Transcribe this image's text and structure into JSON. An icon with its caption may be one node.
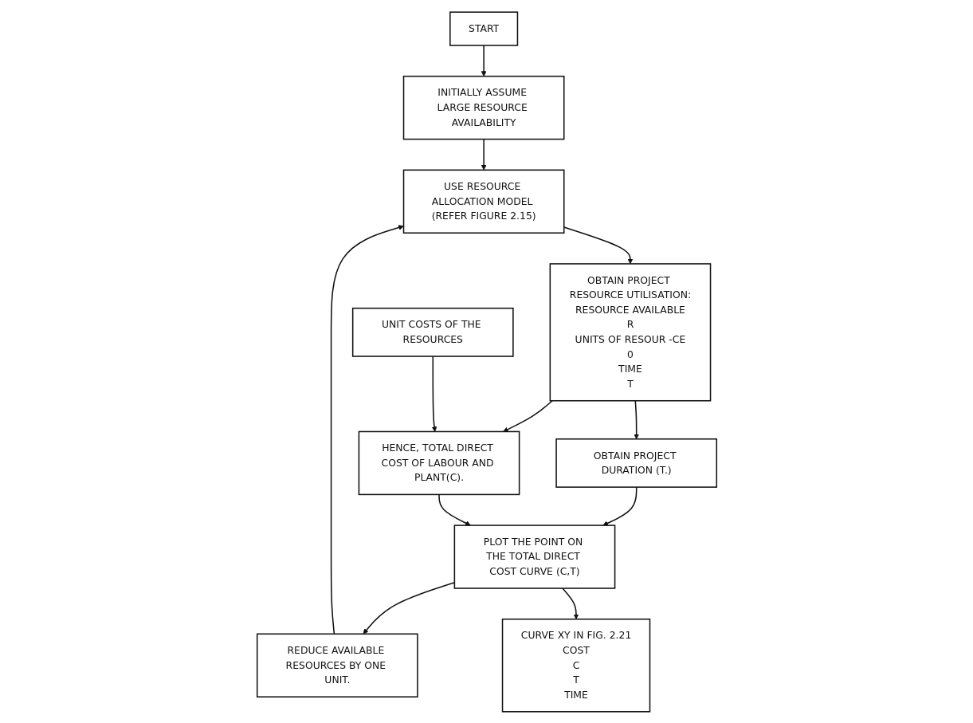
{
  "diagram": {
    "nodes": [
      {
        "text": [
          "USE RESOURCE ALLOCATION MODEL (REFER FIGURE 2.15)"
        ]
      },
      {
        "text": [
          "OBTAIN PROJECT RESOURCE UTILISATION:",
          "RESOURCE AVAILABLE",
          "R",
          "UNITS OF RESOUR -CE",
          "0",
          "TIME",
          "T"
        ]
      },
      {
        "text": [
          "REDUCE AVAILABLE RESOURCES BY ONE UNIT."
        ]
      },
      {
        "text": [
          "INITIALLY ASSUME LARGE RESOURCE AVAILABILITY"
        ]
      },
      {
        "text": [
          "START"
        ]
      },
      {
        "text": [
          "UNIT COSTS OF THE RESOURCES"
        ]
      },
      {
        "text": [
          "HENCE, TOTAL DIRECT COST OF LABOUR AND PLANT(C)."
        ]
      },
      {
        "text": [
          "PLOT THE POINT ON THE TOTAL DIRECT COST CURVE (C,T)"
        ]
      },
      {
        "text": [
          "CURVE XY IN FIG. 2.21",
          "COST",
          "C",
          "T",
          "TIME"
        ]
      },
      {
        "text": [
          "OBTAIN PROJECT DURATION (T.)"
        ]
      }
    ],
    "edges": [
      {
        "from": 4,
        "to": 3,
        "arrow": "to"
      },
      {
        "from": 3,
        "to": 0,
        "arrow": "to"
      },
      {
        "from": 2,
        "to": 0,
        "arrow": "to"
      },
      {
        "from": 0,
        "to": 1,
        "arrow": "to"
      },
      {
        "from": 1,
        "to": 6,
        "arrow": "to"
      },
      {
        "from": 5,
        "to": 6,
        "arrow": "to"
      },
      {
        "from": 1,
        "to": 9,
        "arrow": "to"
      },
      {
        "from": 9,
        "to": 7,
        "arrow": "to"
      },
      {
        "from": 6,
        "to": 7,
        "arrow": "to"
      },
      {
        "from": 7,
        "to": 2,
        "arrow": "to"
      },
      {
        "from": 7,
        "to": 8,
        "arrow": "to"
      }
    ]
  }
}
